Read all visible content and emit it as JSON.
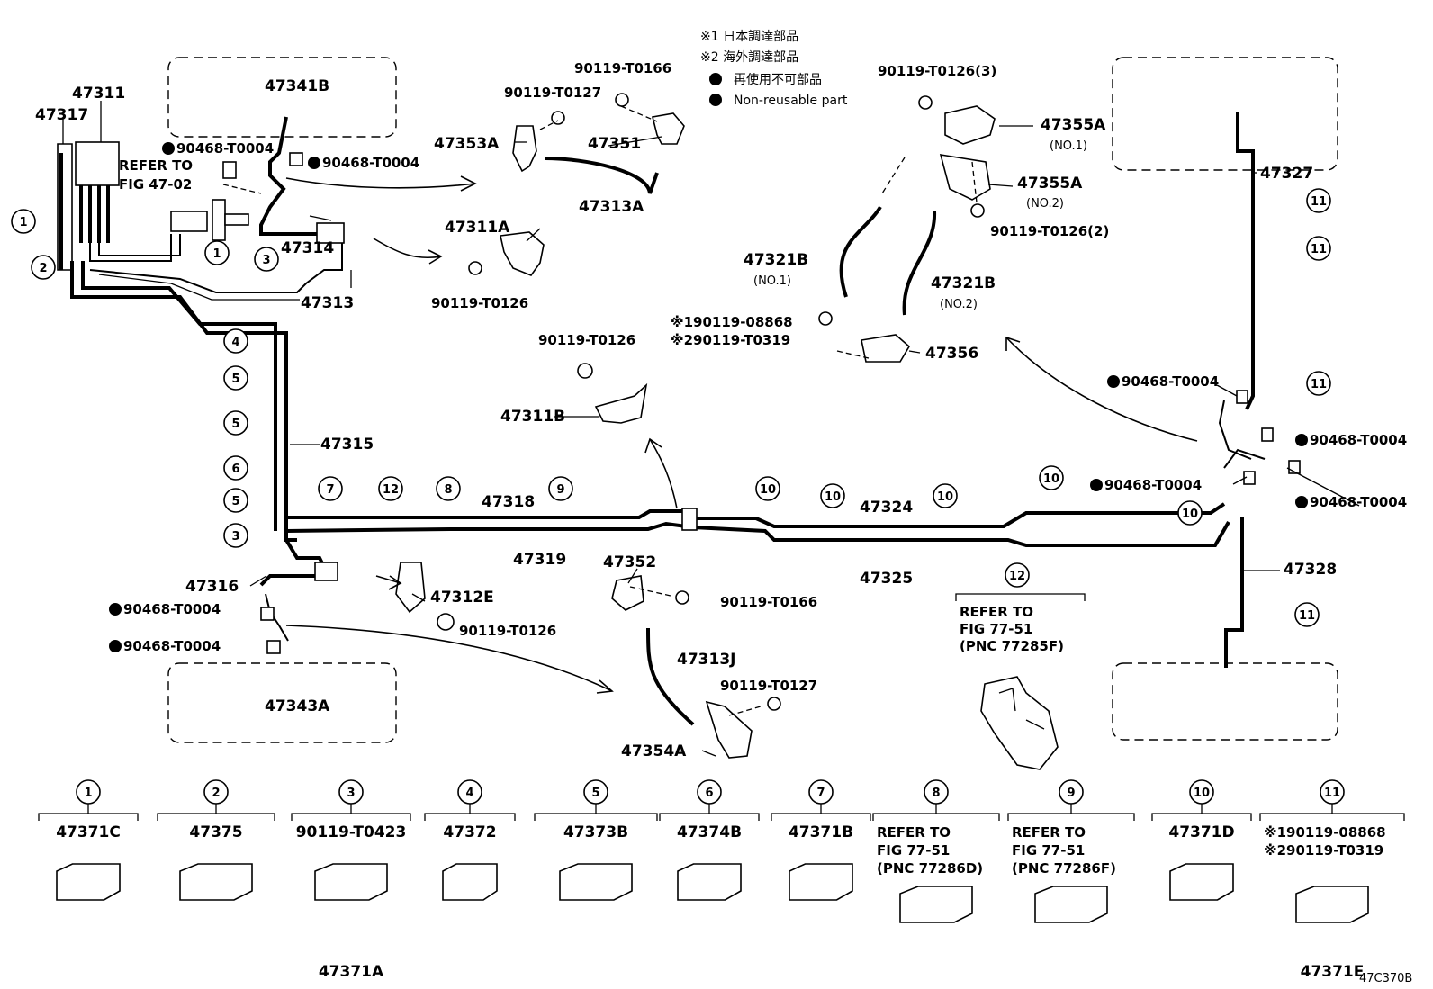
{
  "legend": {
    "line1": "※1 日本調達部品",
    "line2": "※2 海外調達部品",
    "line3": "再使用不可部品",
    "line4": "Non-reusable part"
  },
  "labels": {
    "p47311": "47311",
    "p47317": "47317",
    "p47341B": "47341B",
    "n90468a": "90468-T0004",
    "n90468b": "90468-T0004",
    "refer1a": "REFER TO",
    "refer1b": "FIG 47-02",
    "p47314": "47314",
    "p47313": "47313",
    "p47315": "47315",
    "p47318": "47318",
    "p47319": "47319",
    "p47316": "47316",
    "n90468c": "90468-T0004",
    "n90468d": "90468-T0004",
    "p47343A": "47343A",
    "p47312E": "47312E",
    "n90119_T0126_e": "90119-T0126",
    "p90119_T0166a": "90119-T0166",
    "p90119_T0127a": "90119-T0127",
    "p47353A": "47353A",
    "p47351": "47351",
    "p47313A": "47313A",
    "p47311A": "47311A",
    "p90119_T0126a": "90119-T0126",
    "p90119_T0126b": "90119-T0126",
    "p47311B": "47311B",
    "p47352": "47352",
    "p90119_T0166b": "90119-T0166",
    "p47313J": "47313J",
    "p90119_T0127b": "90119-T0127",
    "p47354A": "47354A",
    "p90119_T0126_3": "90119-T0126(3)",
    "p47355A1": "47355A",
    "no1a": "(NO.1)",
    "p47355A2": "47355A",
    "no2a": "(NO.2)",
    "p90119_T0126_2": "90119-T0126(2)",
    "p47321B1": "47321B",
    "no1b": "(NO.1)",
    "p47321B2": "47321B",
    "no2b": "(NO.2)",
    "p90119_08868": "※190119-08868",
    "p90119_T0319": "※290119-T0319",
    "p47356": "47356",
    "p47324": "47324",
    "p47325": "47325",
    "p47327": "47327",
    "p47328": "47328",
    "n90468e": "90468-T0004",
    "n90468f": "90468-T0004",
    "n90468g": "90468-T0004",
    "n90468h": "90468-T0004",
    "refer12a": "REFER TO",
    "refer12b": "FIG 77-51",
    "refer12c": "(PNC 77285F)",
    "code": "47C370B"
  },
  "clamp_numbers": [
    "1",
    "2",
    "3",
    "4",
    "5",
    "6",
    "7",
    "8",
    "9",
    "10",
    "11",
    "12"
  ],
  "bottom_row": [
    {
      "num": "1",
      "lines": [
        "47371C"
      ],
      "part": "47371C"
    },
    {
      "num": "2",
      "lines": [
        "47375"
      ],
      "part": ""
    },
    {
      "num": "3",
      "lines": [
        "90119-T0423"
      ],
      "part": "47371A"
    },
    {
      "num": "4",
      "lines": [
        "47372"
      ],
      "part": ""
    },
    {
      "num": "5",
      "lines": [
        "47373B"
      ],
      "part": ""
    },
    {
      "num": "6",
      "lines": [
        "47374B"
      ],
      "part": ""
    },
    {
      "num": "7",
      "lines": [
        "47371B"
      ],
      "part": ""
    },
    {
      "num": "8",
      "lines": [
        "REFER TO",
        "FIG 77-51",
        "(PNC 77286D)"
      ],
      "part": ""
    },
    {
      "num": "9",
      "lines": [
        "REFER TO",
        "FIG 77-51",
        "(PNC 77286F)"
      ],
      "part": ""
    },
    {
      "num": "10",
      "lines": [
        "47371D"
      ],
      "part": ""
    },
    {
      "num": "11",
      "lines": [
        "※190119-08868",
        "※290119-T0319"
      ],
      "part": "47371E"
    }
  ]
}
